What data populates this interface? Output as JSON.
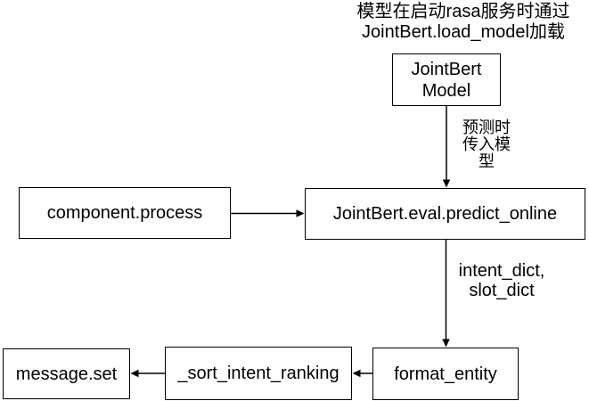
{
  "diagram": {
    "colors": {
      "background": "#ffffff",
      "box_border": "#000000",
      "text": "#000000",
      "arrow": "#000000"
    },
    "top_note": "模型在启动rasa服务时通过\nJointBert.load_model加载",
    "nodes": {
      "jointbert_model": {
        "label": "JointBert\nModel"
      },
      "component_process": {
        "label": "component.process"
      },
      "predict_online": {
        "label": "JointBert.eval.predict_online"
      },
      "format_entity": {
        "label": "format_entity"
      },
      "sort_intent_ranking": {
        "label": "_sort_intent_ranking"
      },
      "message_set": {
        "label": "message.set"
      }
    },
    "edges": [
      {
        "from": "jointbert_model",
        "to": "predict_online",
        "label": "预测时\n传入模\n型"
      },
      {
        "from": "component_process",
        "to": "predict_online",
        "label": ""
      },
      {
        "from": "predict_online",
        "to": "format_entity",
        "label": "intent_dict,\nslot_dict"
      },
      {
        "from": "format_entity",
        "to": "sort_intent_ranking",
        "label": ""
      },
      {
        "from": "sort_intent_ranking",
        "to": "message_set",
        "label": ""
      }
    ]
  }
}
